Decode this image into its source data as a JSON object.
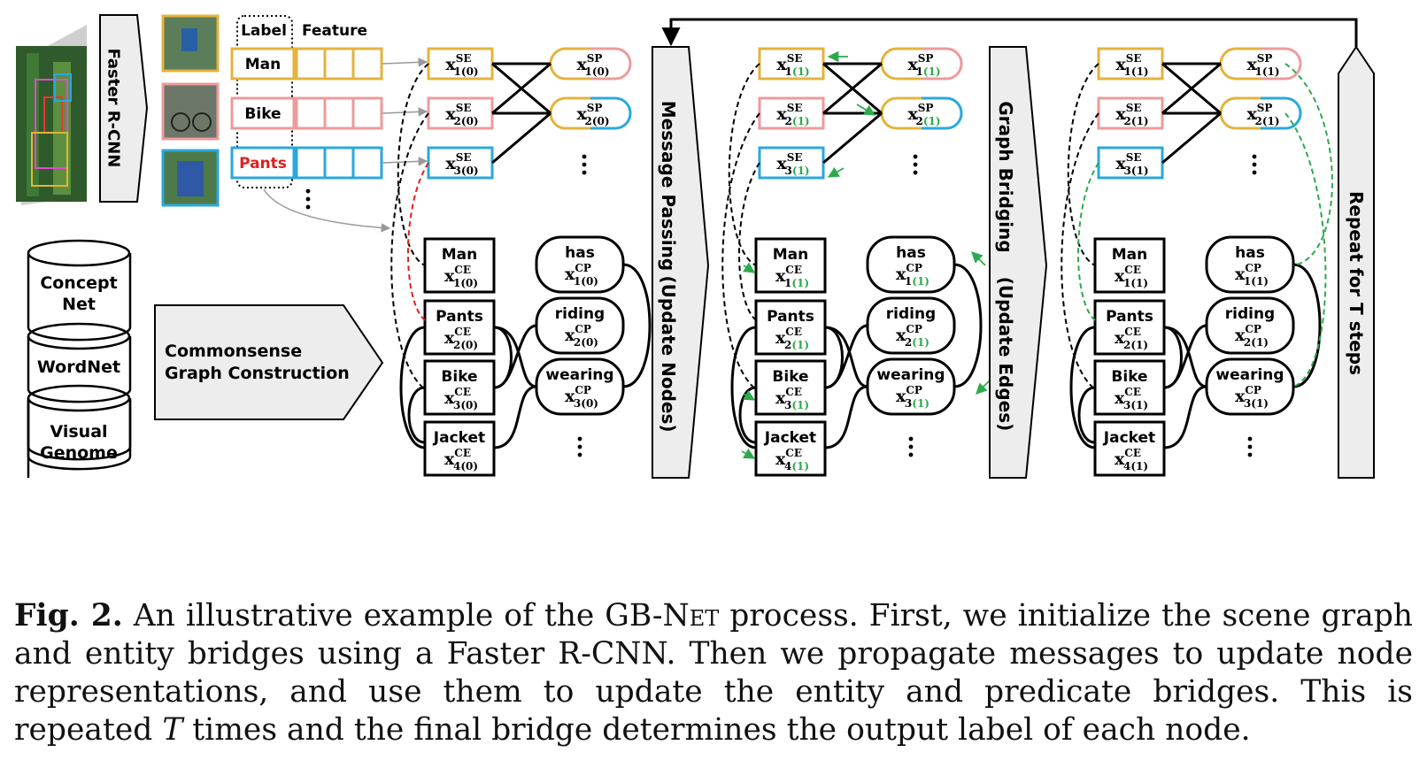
{
  "left": {
    "detector": "Faster R-CNN",
    "col_label": "Label",
    "col_feature": "Feature",
    "labels": [
      "Man",
      "Bike",
      "Pants"
    ],
    "kbs": [
      "Concept Net",
      "WordNet",
      "Visual Genome"
    ],
    "construction": [
      "Commonsense",
      "Graph Construction"
    ]
  },
  "bands": {
    "message_passing": "Message Passing",
    "update_nodes": "(Update Nodes)",
    "graph_bridging": "Graph Bridging",
    "update_edges": "(Update Edges)",
    "repeat": "Repeat for T steps"
  },
  "graph": {
    "ce_names": [
      "Man",
      "Pants",
      "Bike",
      "Jacket"
    ],
    "cp_names": [
      "has",
      "riding",
      "wearing"
    ],
    "panel0_step": "(0)",
    "panel_step": "(1)"
  },
  "caption": {
    "fig": "Fig. 2.",
    "text": "An illustrative example of the GB-Net process. First, we initialize the scene graph and entity bridges using a Faster R-CNN. Then we propagate messages to update node representations, and use them to update the entity and predicate bridges. This is repeated T times and the final bridge determines the output label of each node."
  },
  "colors": {
    "gold": "#E4B33B",
    "pink": "#EE9A9A",
    "blue": "#29A8DD",
    "green": "#2DAA4D",
    "red": "#E0201E",
    "band": "#EDEDED"
  }
}
